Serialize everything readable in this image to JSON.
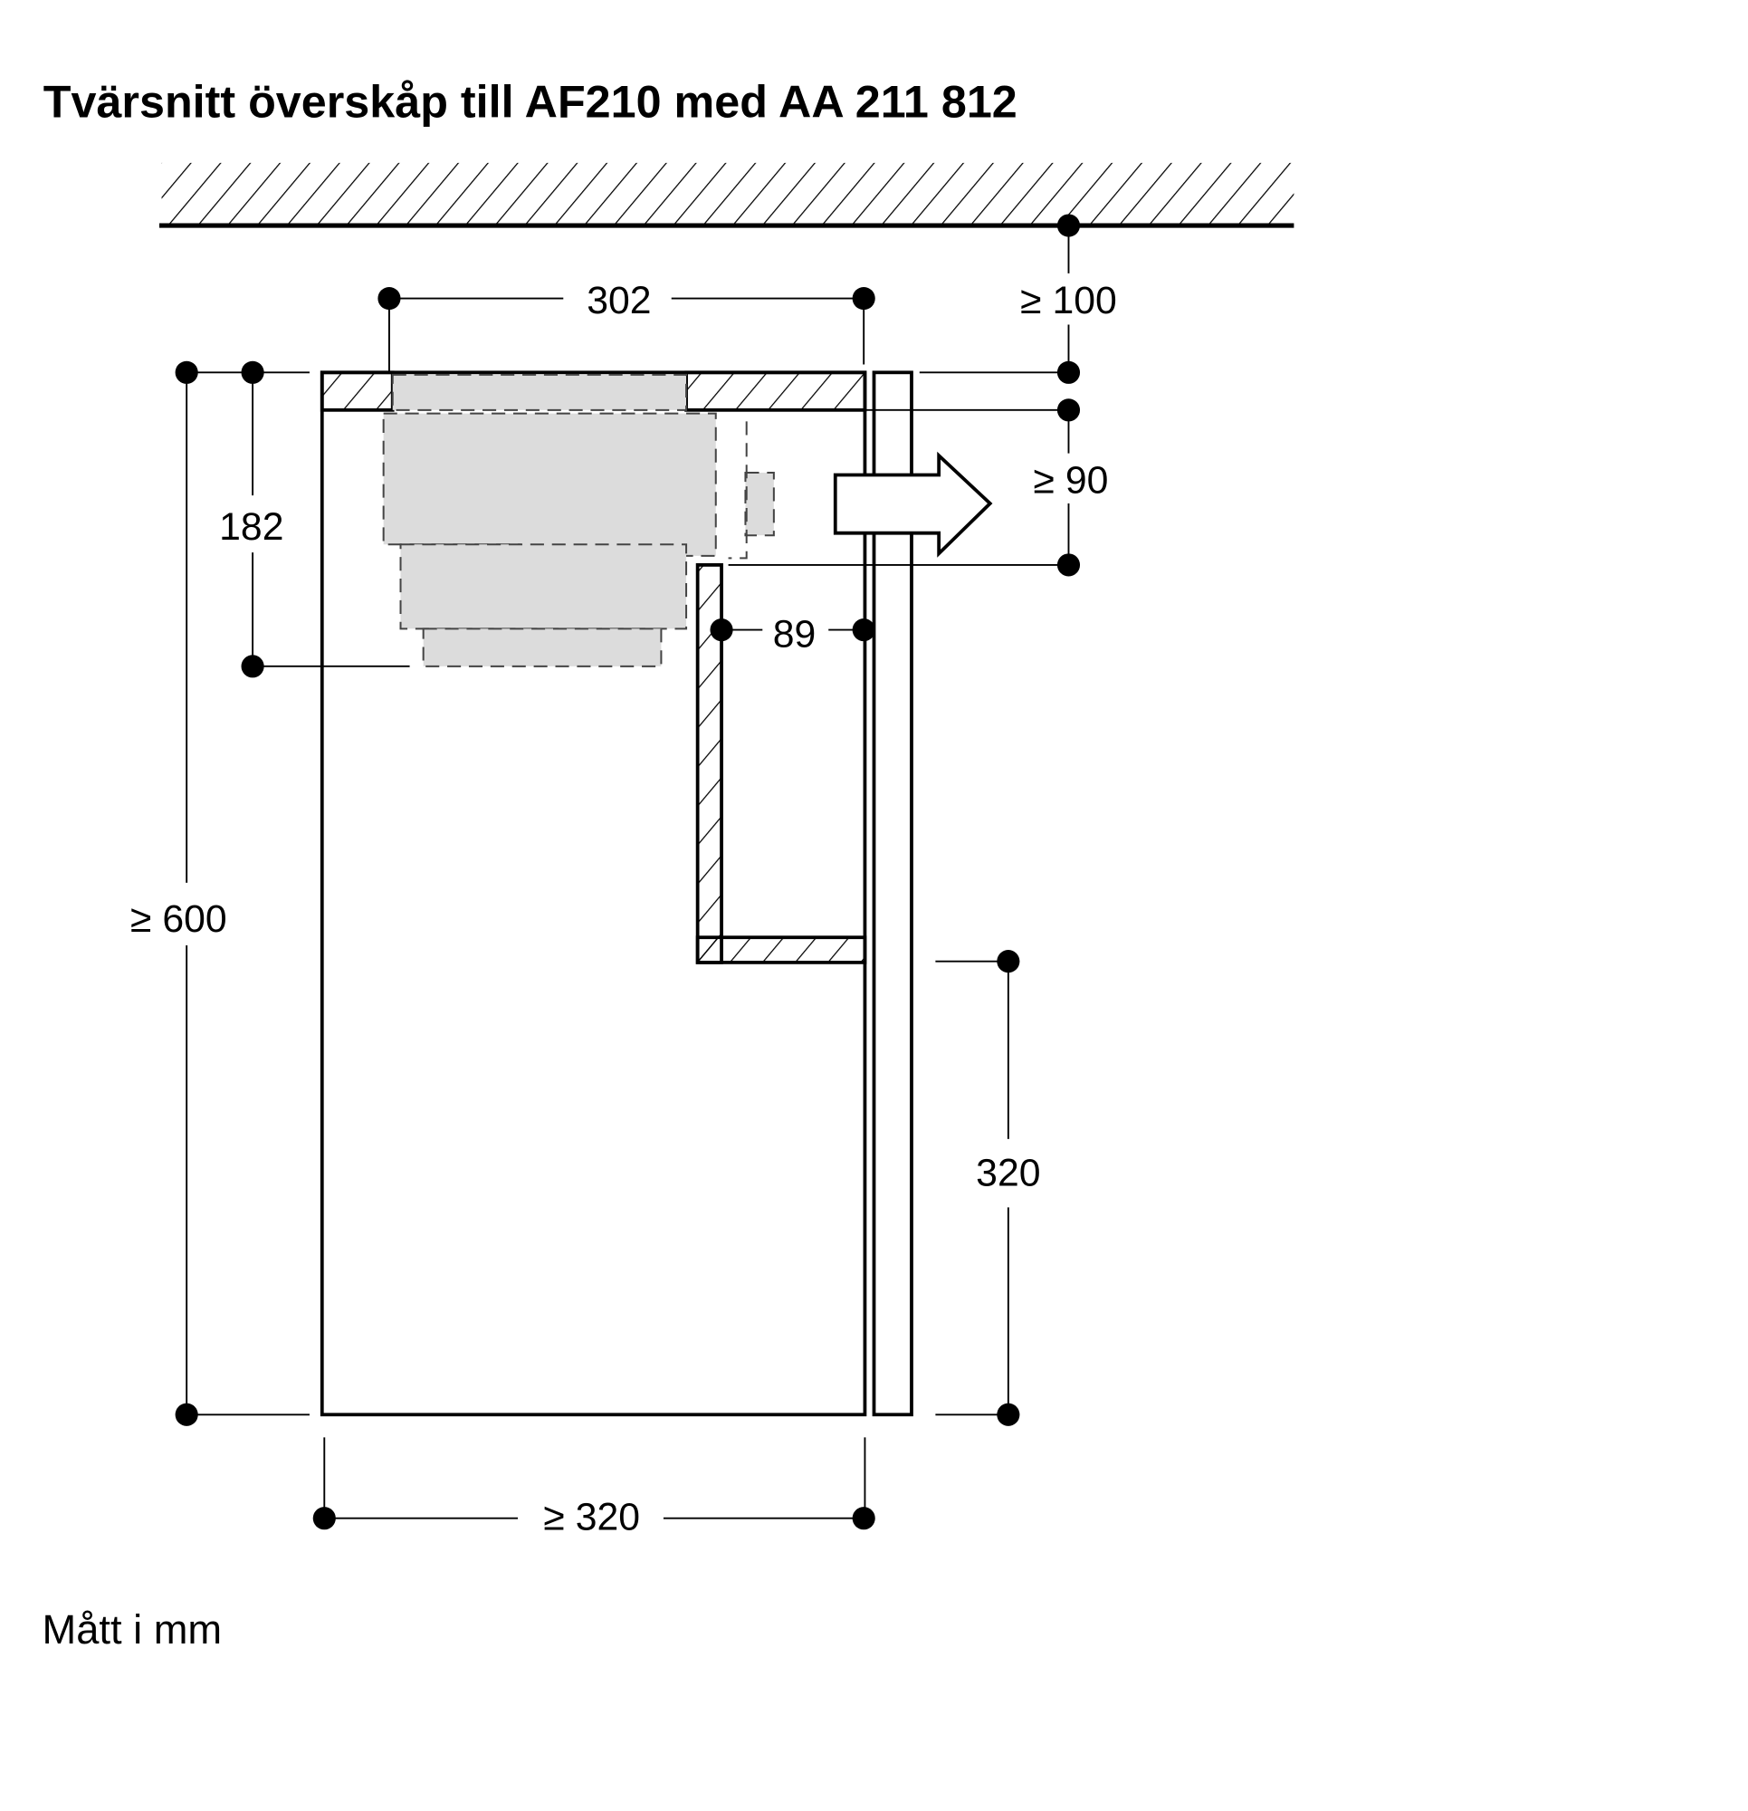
{
  "title": "Tvärsnitt överskåp till AF210 med AA 211 812",
  "footer": "Mått i mm",
  "dimensions": {
    "top_width": "302",
    "ceiling_gap": "≥ 100",
    "outlet_gap": "≥ 90",
    "unit_height": "182",
    "cabinet_height": "≥ 600",
    "inner_depth": "89",
    "door_height": "320",
    "cabinet_depth": "≥ 320"
  }
}
